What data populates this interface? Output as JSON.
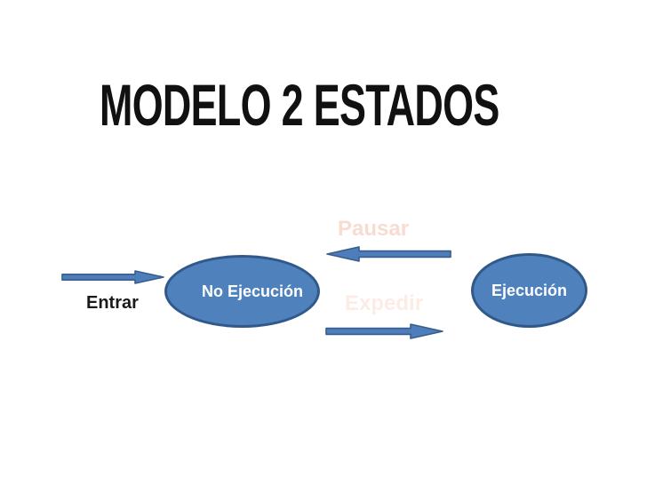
{
  "slide": {
    "title": "MODELO 2 ESTADOS",
    "background": "#ffffff"
  },
  "diagram": {
    "type": "state-diagram",
    "states": [
      {
        "id": "no-ejecucion",
        "label": "No Ejecución"
      },
      {
        "id": "ejecucion",
        "label": "Ejecución"
      }
    ],
    "transitions": [
      {
        "id": "entrar",
        "label": "Entrar",
        "from": "outside",
        "to": "no-ejecucion",
        "direction": "right"
      },
      {
        "id": "pausar",
        "label": "Pausar",
        "from": "ejecucion",
        "to": "no-ejecucion",
        "direction": "left"
      },
      {
        "id": "expedir",
        "label": "Expedir",
        "from": "no-ejecucion",
        "to": "ejecucion",
        "direction": "right"
      }
    ],
    "colors": {
      "title_color": "#111111",
      "label_color": "#1a1a1a",
      "state_fill": "#4f81bd",
      "state_border": "#30598a",
      "arrow_fill": "#4d7dba",
      "arrow_border": "#385d8a",
      "pausar_label_color": "#f8dcd1",
      "expedir_label_color": "#fdece6"
    }
  }
}
